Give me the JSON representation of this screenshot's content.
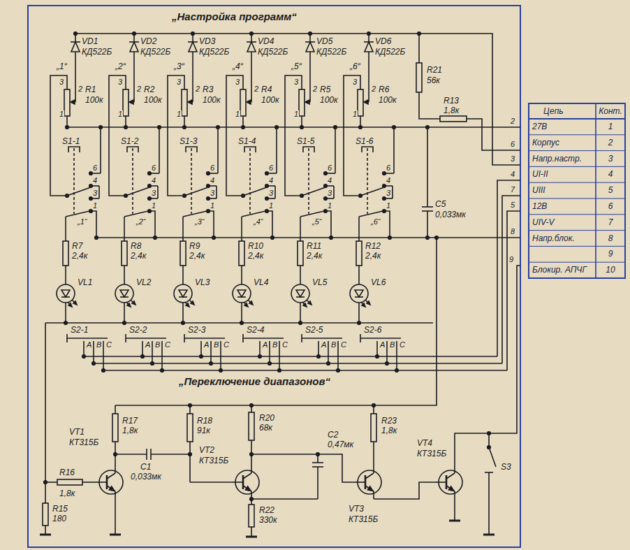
{
  "diagram": {
    "labels": [
      "„Настройка программ“",
      "VD1",
      "КД522Б",
      "„1“",
      "3",
      "2",
      "R1",
      "100к",
      "1",
      "VD2",
      "КД522Б",
      "„2“",
      "3",
      "2",
      "R2",
      "100к",
      "1",
      "VD3",
      "КД522Б",
      "„3“",
      "3",
      "2",
      "R3",
      "100к",
      "1",
      "VD4",
      "КД522Б",
      "„4“",
      "3",
      "2",
      "R4",
      "100к",
      "1",
      "VD5",
      "КД522Б",
      "„5“",
      "3",
      "2",
      "R5",
      "100к",
      "1",
      "VD6",
      "КД522Б",
      "„6“",
      "3",
      "2",
      "R6",
      "100к",
      "1",
      "R21",
      "56к",
      "R13",
      "1,8к",
      "S1-1",
      "6",
      "4",
      "3",
      "1",
      "„1“",
      "R7",
      "2,4к",
      "VL1",
      "S1-2",
      "6",
      "4",
      "3",
      "1",
      "„2“",
      "R8",
      "2,4к",
      "VL2",
      "S1-3",
      "6",
      "4",
      "3",
      "1",
      "„3“",
      "R9",
      "2,4к",
      "VL3",
      "S1-4",
      "6",
      "4",
      "3",
      "1",
      "„4“",
      "R10",
      "2,4к",
      "VL4",
      "S1-5",
      "6",
      "4",
      "3",
      "1",
      "„5“",
      "R11",
      "2,4к",
      "VL5",
      "S1-6",
      "6",
      "4",
      "3",
      "1",
      "„6“",
      "R12",
      "2,4к",
      "VL6",
      "S2-1",
      "A",
      "B",
      "C",
      "S2-2",
      "A",
      "B",
      "C",
      "S2-3",
      "A",
      "B",
      "C",
      "S2-4",
      "A",
      "B",
      "C",
      "S2-5",
      "A",
      "B",
      "C",
      "S2-6",
      "A",
      "B",
      "C",
      "C5",
      "0,033мк",
      "2",
      "6",
      "3",
      "4",
      "7",
      "5",
      "8",
      "9",
      "Цепь",
      "Конт.",
      "27В",
      "1",
      "Корпус",
      "2",
      "Напр.настр.",
      "3",
      "UI-II",
      "4",
      "UIII",
      "5",
      "12В",
      "6",
      "UIV-V",
      "7",
      "Напр.блок.",
      "8",
      "9",
      "Блокир. АПЧГ",
      "10",
      "„Переключение диапазонов“",
      "VT1",
      "КТ315Б",
      "R17",
      "1,8к",
      "C1",
      "0,033мк",
      "R18",
      "91к",
      "R20",
      "68к",
      "VT2",
      "КТ315Б",
      "C2",
      "0,47мк",
      "R22",
      "330к",
      "R23",
      "1,8к",
      "VT3",
      "КТ315Б",
      "VT4",
      "КТ315Б",
      "S3",
      "R16",
      "1,8к",
      "R15",
      "180"
    ]
  }
}
